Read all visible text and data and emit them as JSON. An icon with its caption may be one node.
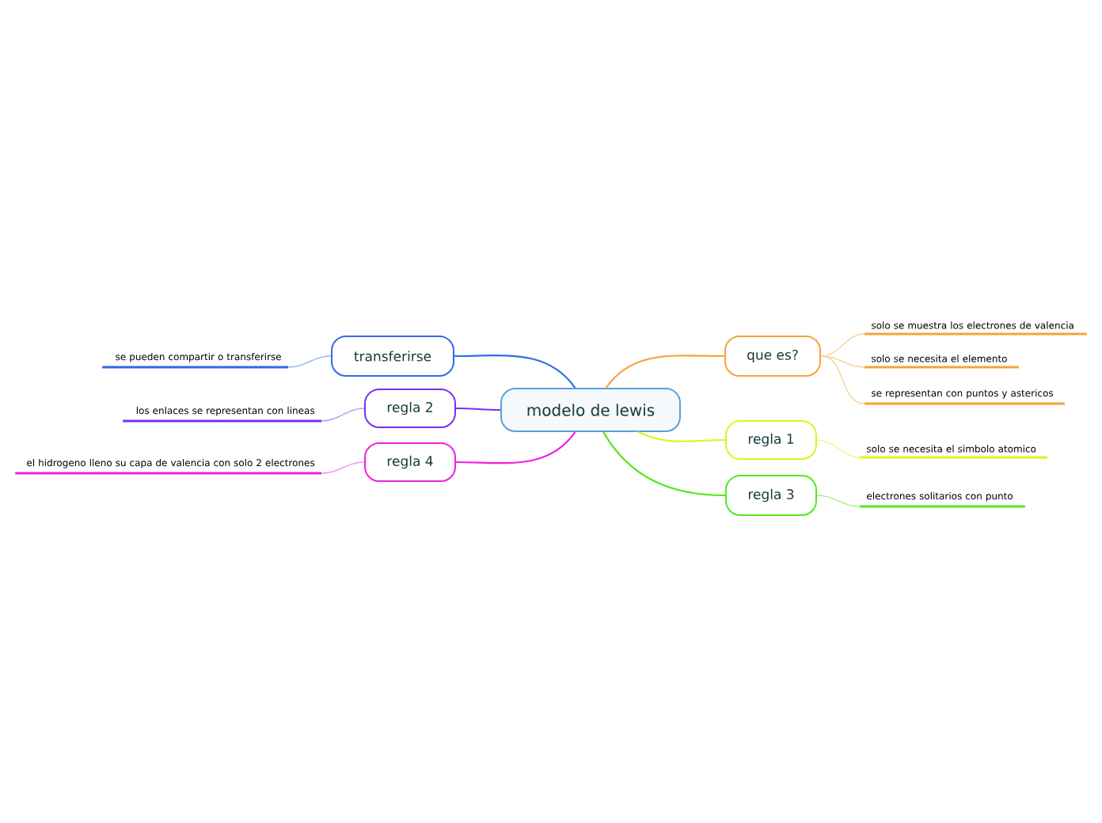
{
  "diagram": {
    "nodes": [
      {
        "text": [
          "modelo de lewis"
        ]
      },
      {
        "text": [
          "que es?"
        ]
      },
      {
        "text": [
          "solo se muestra los electrones de valencia"
        ]
      },
      {
        "text": [
          "solo se necesita el elemento"
        ]
      },
      {
        "text": [
          "se representan con puntos y astericos"
        ]
      },
      {
        "text": [
          "regla 1"
        ]
      },
      {
        "text": [
          "solo se necesita el simbolo atomico"
        ]
      },
      {
        "text": [
          "regla 3"
        ]
      },
      {
        "text": [
          "electrones solitarios con punto"
        ]
      },
      {
        "text": [
          "transferirse"
        ]
      },
      {
        "text": [
          "se pueden compartir o transferirse"
        ]
      },
      {
        "text": [
          "regla 2"
        ]
      },
      {
        "text": [
          "los enlaces se representan con lineas"
        ]
      },
      {
        "text": [
          "regla 4"
        ]
      },
      {
        "text": [
          "el hidrogeno lleno su capa de valencia con solo 2 electrones"
        ]
      }
    ],
    "edges": [
      {
        "from": 0,
        "to": 1,
        "arrow": "none",
        "color": "#f7a23a"
      },
      {
        "from": 1,
        "to": 2,
        "arrow": "none",
        "color": "#fbd0a0"
      },
      {
        "from": 1,
        "to": 3,
        "arrow": "none",
        "color": "#fbd0a0"
      },
      {
        "from": 1,
        "to": 4,
        "arrow": "none",
        "color": "#fbd0a0"
      },
      {
        "from": 0,
        "to": 5,
        "arrow": "none",
        "color": "#e2f21e"
      },
      {
        "from": 5,
        "to": 6,
        "arrow": "none",
        "color": "#eef88a"
      },
      {
        "from": 0,
        "to": 7,
        "arrow": "none",
        "color": "#55e81f"
      },
      {
        "from": 7,
        "to": 8,
        "arrow": "none",
        "color": "#aaf08a"
      },
      {
        "from": 0,
        "to": 9,
        "arrow": "none",
        "color": "#2f6ae8"
      },
      {
        "from": 9,
        "to": 10,
        "arrow": "none",
        "color": "#98b4f2"
      },
      {
        "from": 0,
        "to": 11,
        "arrow": "none",
        "color": "#7d2ef0"
      },
      {
        "from": 11,
        "to": 12,
        "arrow": "none",
        "color": "#c09af5"
      },
      {
        "from": 0,
        "to": 13,
        "arrow": "none",
        "color": "#f01fe0"
      },
      {
        "from": 13,
        "to": 14,
        "arrow": "none",
        "color": "#f590ee"
      }
    ]
  }
}
